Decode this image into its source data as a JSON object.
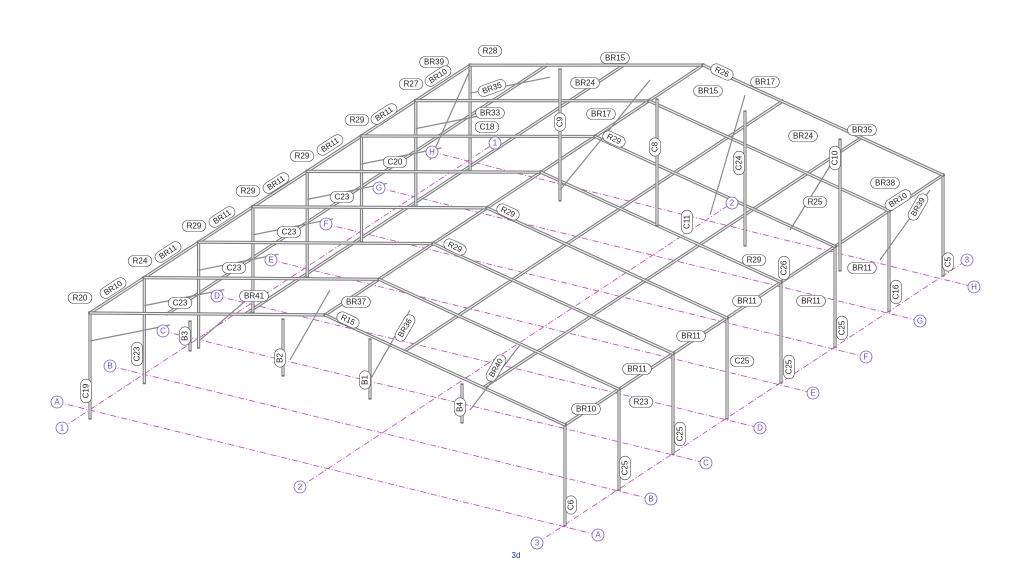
{
  "view_label": "3d",
  "grid_letters": [
    "A",
    "B",
    "C",
    "D",
    "E",
    "F",
    "G",
    "H"
  ],
  "grid_numbers": [
    "1",
    "2",
    "3"
  ],
  "member_labels": [
    "R28",
    "BR39",
    "BR10",
    "R27",
    "BR35",
    "BR15",
    "R26",
    "BR17",
    "BR24",
    "BR15",
    "BR33",
    "BR17",
    "C18",
    "C9",
    "C8",
    "R29",
    "BR11",
    "R29",
    "BR24",
    "BR35",
    "C24",
    "C10",
    "R29",
    "BR11",
    "C20",
    "BR38",
    "R25",
    "BR10",
    "BR39",
    "R29",
    "BR11",
    "C23",
    "R29",
    "C11",
    "R29",
    "BR11",
    "C23",
    "R29",
    "C26",
    "R29",
    "BR11",
    "C5",
    "R24",
    "BR11",
    "C23",
    "R20",
    "BR10",
    "BR41",
    "BR37",
    "C23",
    "BR11",
    "BR11",
    "C16",
    "R15",
    "BR36",
    "BR11",
    "C25",
    "B3",
    "C23",
    "B2",
    "C25",
    "C25",
    "B1",
    "BR40",
    "BR11",
    "C19",
    "B4",
    "BR10",
    "R23",
    "C25",
    "C25",
    "C6"
  ],
  "colors": {
    "grid_line": "#c040c0",
    "grid_bubble": "#7a5cc8",
    "steel": "#7a7a7a"
  }
}
